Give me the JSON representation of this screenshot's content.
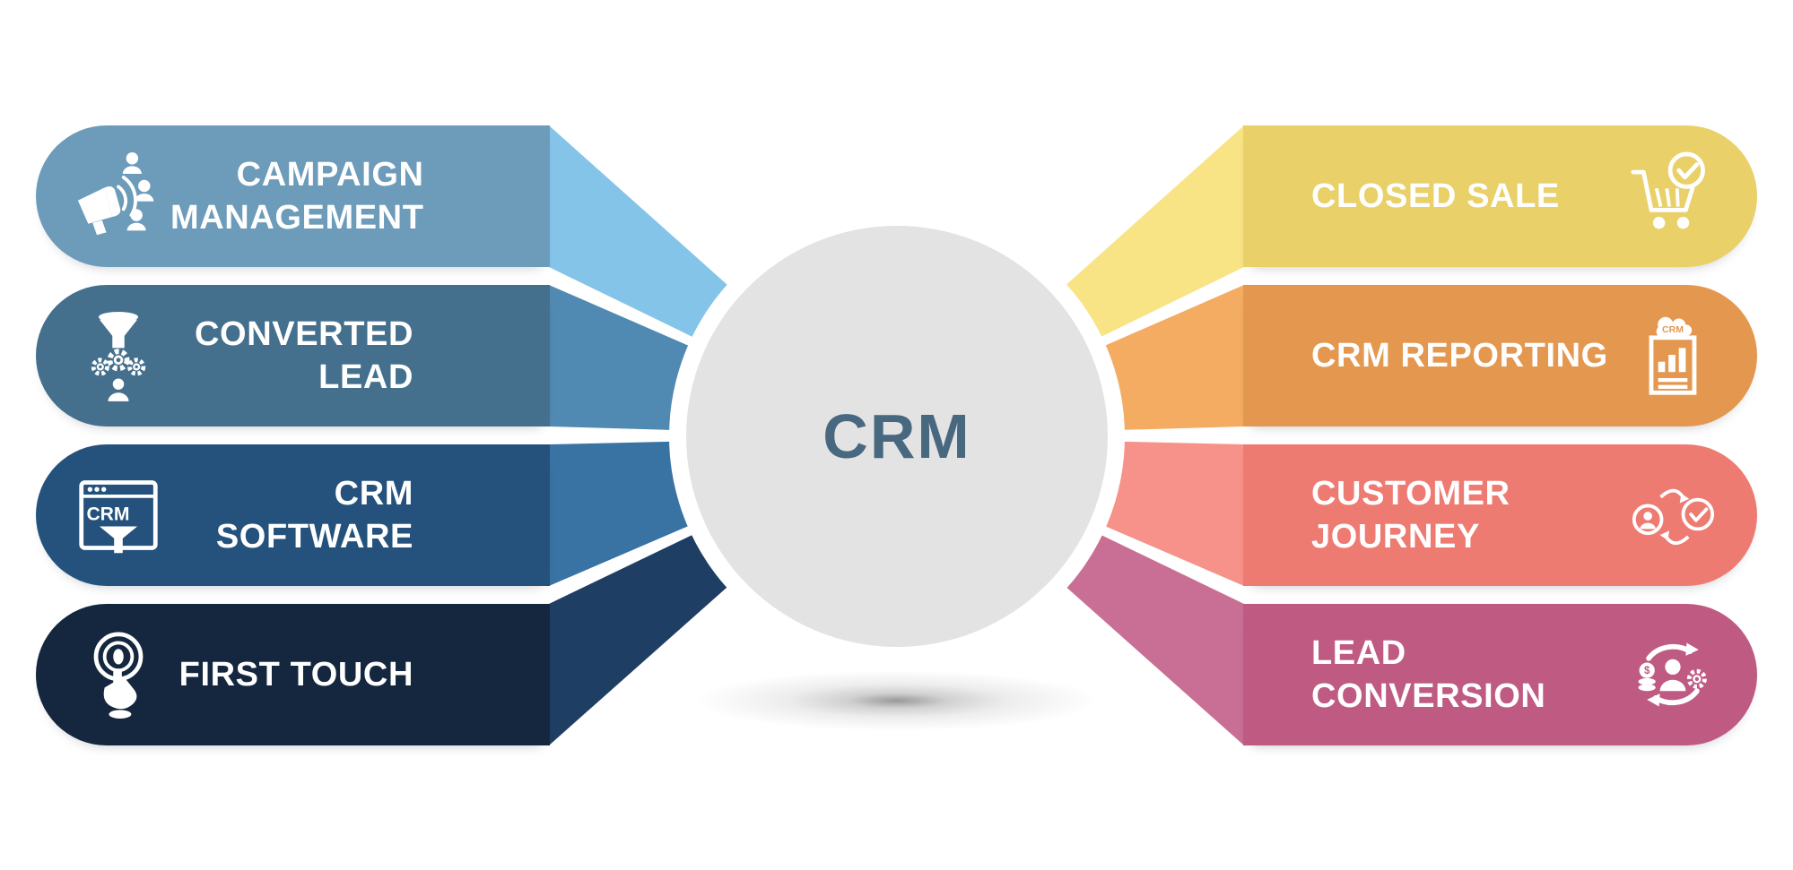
{
  "diagram_title": "CRM",
  "center": {
    "label": "CRM",
    "circle_color": "#e3e3e4",
    "label_color": "#47687e"
  },
  "left_banners": [
    {
      "label": "CAMPAIGN\nMANAGEMENT",
      "icon": "megaphone-audience-icon",
      "body_color": "#6d9bba",
      "arrow_color": "#85c4e9"
    },
    {
      "label": "CONVERTED\nLEAD",
      "icon": "lead-funnel-gears-icon",
      "body_color": "#44708e",
      "arrow_color": "#5089b1"
    },
    {
      "label": "CRM SOFTWARE",
      "icon": "crm-browser-funnel-icon",
      "body_color": "#24527c",
      "arrow_color": "#3973a3"
    },
    {
      "label": "FIRST TOUCH",
      "icon": "touch-button-icon",
      "body_color": "#15273e",
      "arrow_color": "#1f3e63"
    }
  ],
  "right_banners": [
    {
      "label": "CLOSED SALE",
      "icon": "cart-check-icon",
      "body_color": "#e9d068",
      "arrow_color": "#f8e385"
    },
    {
      "label": "CRM REPORTING",
      "icon": "crm-report-icon",
      "body_color": "#e4984f",
      "arrow_color": "#f4ac63"
    },
    {
      "label": "CUSTOMER\nJOURNEY",
      "icon": "customer-journey-icon",
      "body_color": "#ee7b72",
      "arrow_color": "#f69289"
    },
    {
      "label": "LEAD\nCONVERSION",
      "icon": "lead-conversion-icon",
      "body_color": "#bf5a82",
      "arrow_color": "#c96f95"
    }
  ]
}
